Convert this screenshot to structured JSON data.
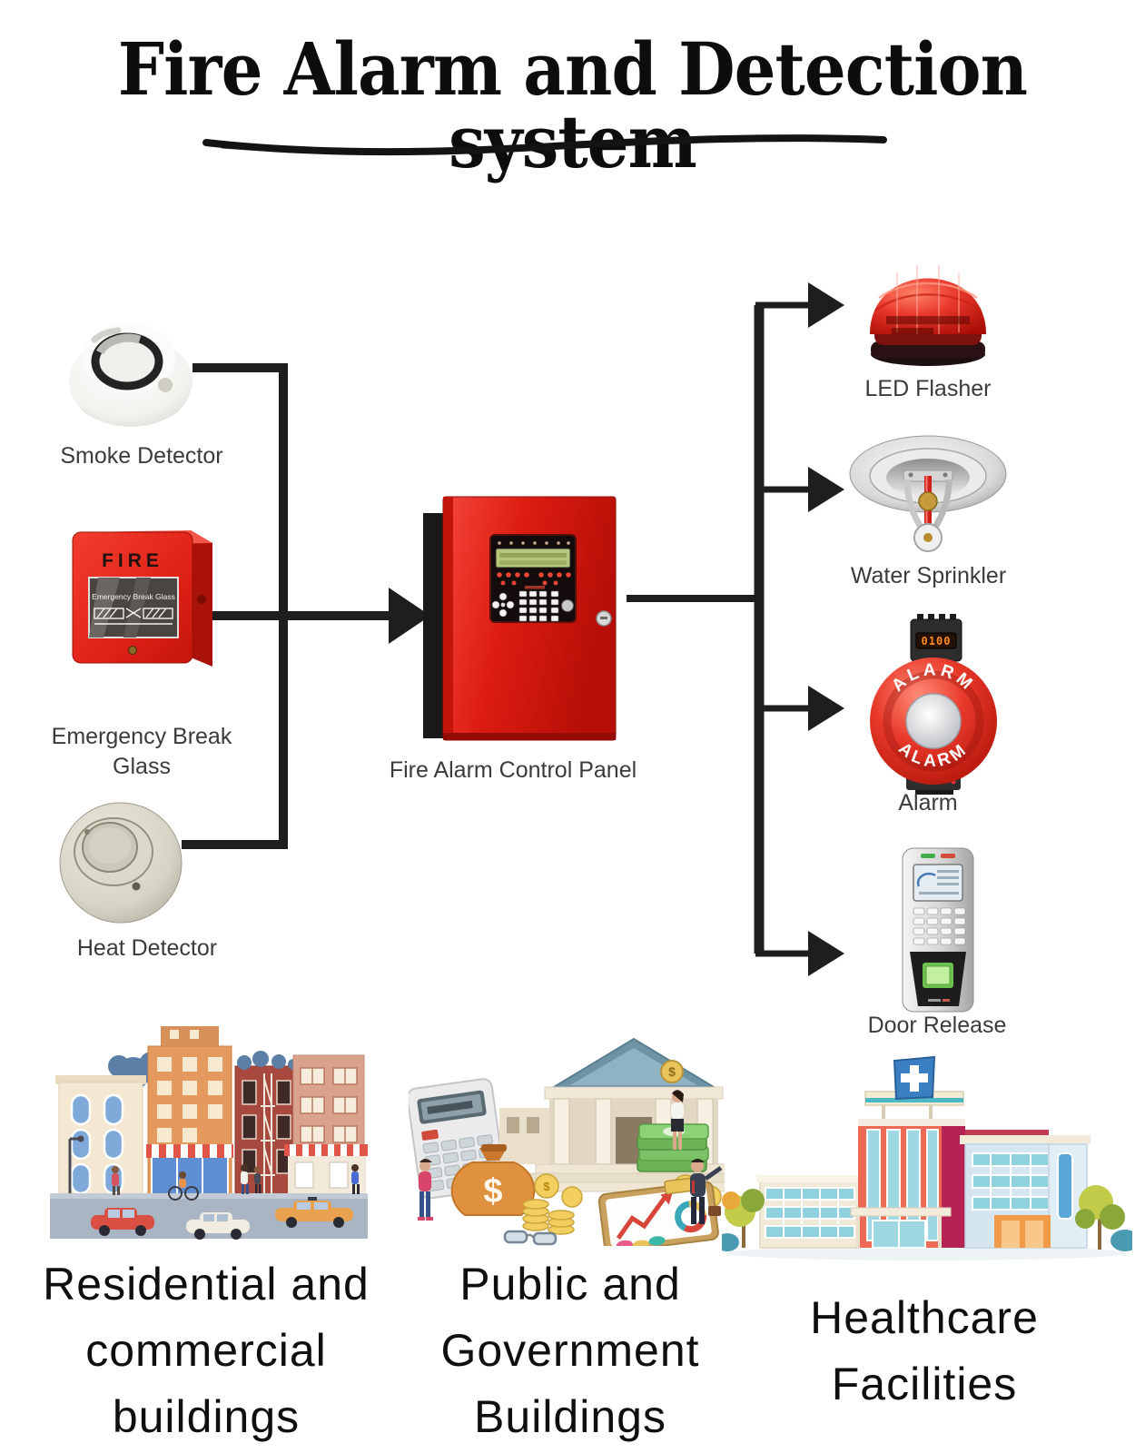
{
  "title": "Fire Alarm and Detection system",
  "inputs": [
    {
      "label": "Smoke Detector"
    },
    {
      "label_line1": "Emergency Break",
      "label_line2": "Glass",
      "fire_text": "FIRE",
      "glass_text": "Emergency Break Glass"
    },
    {
      "label": "Heat Detector"
    }
  ],
  "panel": {
    "label": "Fire Alarm Control Panel"
  },
  "outputs": [
    {
      "label": "LED Flasher"
    },
    {
      "label": "Water Sprinkler"
    },
    {
      "label": "Alarm",
      "bell_text": "ALARM",
      "display_text": "0100"
    },
    {
      "label": "Door Release"
    }
  ],
  "applications": [
    {
      "line1": "Residential and",
      "line2": "commercial",
      "line3": "buildings"
    },
    {
      "line1": "Public and",
      "line2": "Government",
      "line3": "Buildings"
    },
    {
      "line1": "Healthcare",
      "line2": "Facilities"
    }
  ],
  "colors": {
    "connector_line": "#1e1e1e",
    "alarm_red": "#e23125",
    "panel_red": "#d81f14",
    "title_text": "#0d0d0d"
  }
}
